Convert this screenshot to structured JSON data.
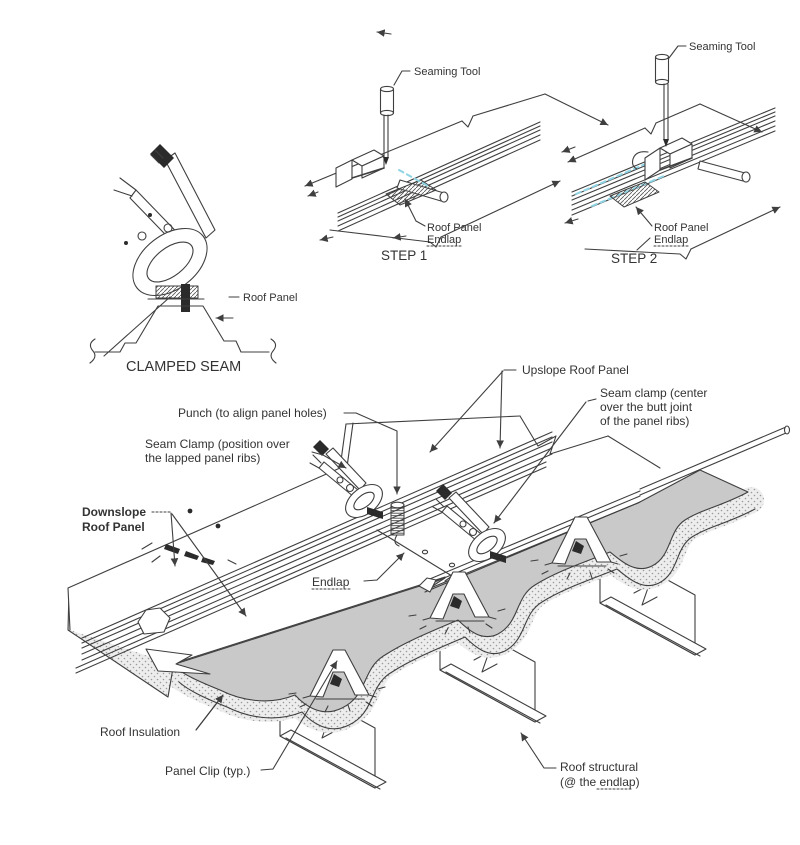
{
  "figures": {
    "clamped_seam": {
      "roof_panel_label": "Roof Panel",
      "caption": "CLAMPED SEAM"
    },
    "step1": {
      "seaming_tool_label": "Seaming Tool",
      "roof_panel_label": "Roof Panel",
      "endlap_label": "Endlap",
      "caption": "STEP 1"
    },
    "step2": {
      "seaming_tool_label": "Seaming Tool",
      "roof_panel_label": "Roof Panel",
      "endlap_label": "Endlap",
      "caption": "STEP 2"
    },
    "assembly": {
      "upslope_label": "Upslope Roof Panel",
      "seam_clamp_center_line1": "Seam clamp (center",
      "seam_clamp_center_line2": "over the butt joint",
      "seam_clamp_center_line3": "of the panel ribs)",
      "punch_label": "Punch (to align panel holes)",
      "seam_clamp_position_line1": "Seam Clamp (position over",
      "seam_clamp_position_line2": "the lapped panel ribs)",
      "downslope_line1": "Downslope",
      "downslope_line2": "Roof Panel",
      "endlap_label": "Endlap",
      "roof_insulation_label": "Roof Insulation",
      "panel_clip_label": "Panel Clip (typ.)",
      "roof_structural_line1": "Roof structural",
      "roof_structural_line2_pre": "(@ the ",
      "roof_structural_line2_u": "endlap",
      "roof_structural_line2_post": ")"
    }
  },
  "colors": {
    "line": "#3f3f3f",
    "accent_cyan": "#8fd4e4",
    "insulation_top": "#c9c9c9",
    "insulation_edge_bg": "#ededed",
    "insulation_edge_dot": "#9a9a9a"
  }
}
